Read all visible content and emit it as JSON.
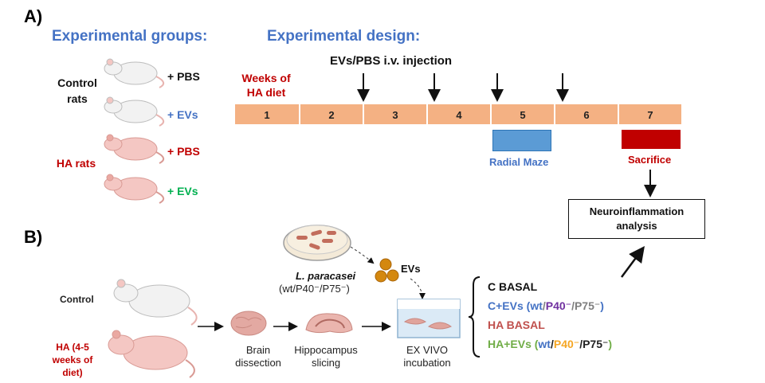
{
  "section_a_label": "A)",
  "section_b_label": "B)",
  "experimental_groups_title": "Experimental groups:",
  "experimental_design_title": "Experimental design:",
  "groups": {
    "control_label": "Control rats",
    "ha_label": "HA rats",
    "control_pbs": "+ PBS",
    "control_evs": "+ EVs",
    "ha_pbs": "+ PBS",
    "ha_evs": "+ EVs"
  },
  "design": {
    "weeks_label": "Weeks of HA diet",
    "injection_label": "EVs/PBS i.v. injection",
    "weeks": [
      "1",
      "2",
      "3",
      "4",
      "5",
      "6",
      "7"
    ],
    "radial_maze": "Radial Maze",
    "sacrifice": "Sacrifice",
    "neuro_box": "Neuroinflammation analysis"
  },
  "procedure": {
    "bacteria_name": "L. paracasei",
    "bacteria_strains": "(wt/P40⁻/P75⁻)",
    "evs_label": "EVs",
    "control_label": "Control",
    "ha_label": "HA (4-5 weeks of diet)",
    "brain_step": "Brain dissection",
    "hippo_step": "Hippocampus slicing",
    "exvivo_step": "EX VIVO incubation"
  },
  "conditions": {
    "c_basal": "C BASAL",
    "c_evs_prefix": "C+EVs (",
    "ha_basal": "HA BASAL",
    "ha_evs_prefix": "HA+EVs (",
    "wt": "wt",
    "slash": "/",
    "p40": "P40⁻",
    "p75": "P75⁻",
    "close": ")"
  },
  "colors": {
    "blue": "#4472c4",
    "red": "#c00000",
    "green": "#00b050",
    "orange": "#f4b183",
    "maze_blue": "#5b9bd5",
    "sacrifice_red": "#c00000",
    "p40_orange": "#f5a623",
    "purple": "#7030a0",
    "grey": "#7f7f7f"
  }
}
